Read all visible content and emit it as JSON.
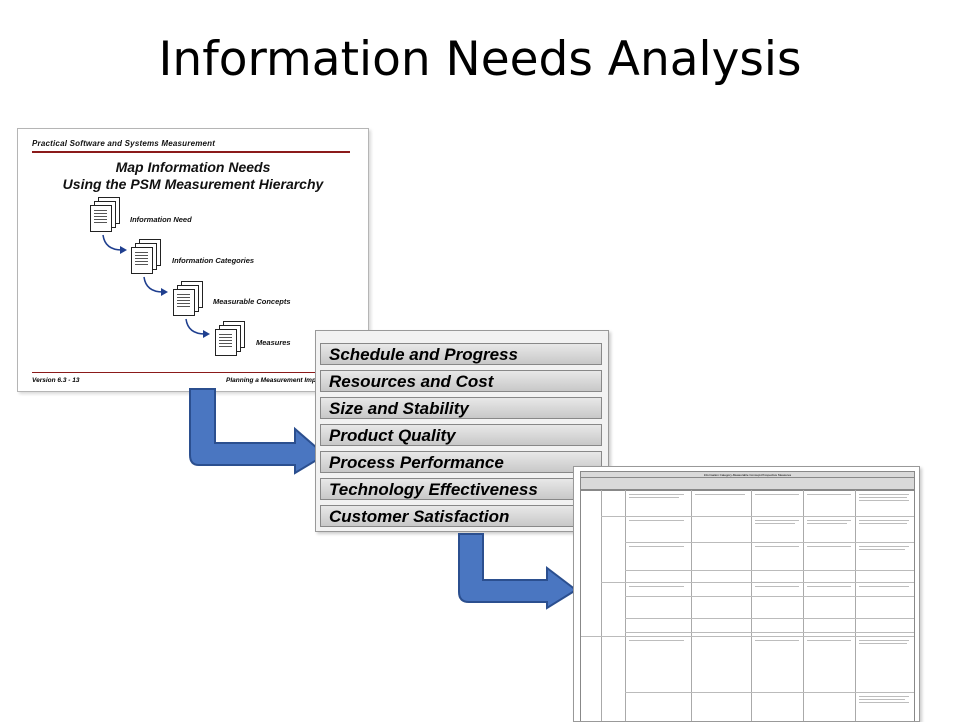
{
  "title": "Information Needs Analysis",
  "hierarchy_slide": {
    "header": "Practical Software and Systems Measurement",
    "title_line1": "Map Information Needs",
    "title_line2": "Using the PSM Measurement Hierarchy",
    "levels": [
      "Information Need",
      "Information Categories",
      "Measurable Concepts",
      "Measures"
    ],
    "footer_left": "Version 6.3 - 13",
    "footer_right": "Planning a Measurement Impl"
  },
  "categories_slide": {
    "items": [
      "Schedule and Progress",
      "Resources and Cost",
      "Size and Stability",
      "Product Quality",
      "Process Performance",
      "Technology Effectiveness",
      "Customer Satisfaction"
    ]
  },
  "table_slide": {
    "header": "Information Category-Measurable Concept-Prospective Measures"
  },
  "colors": {
    "arrow_fill": "#4a76c1",
    "arrow_stroke": "#2b4f8f",
    "rule": "#8b1a1a"
  }
}
